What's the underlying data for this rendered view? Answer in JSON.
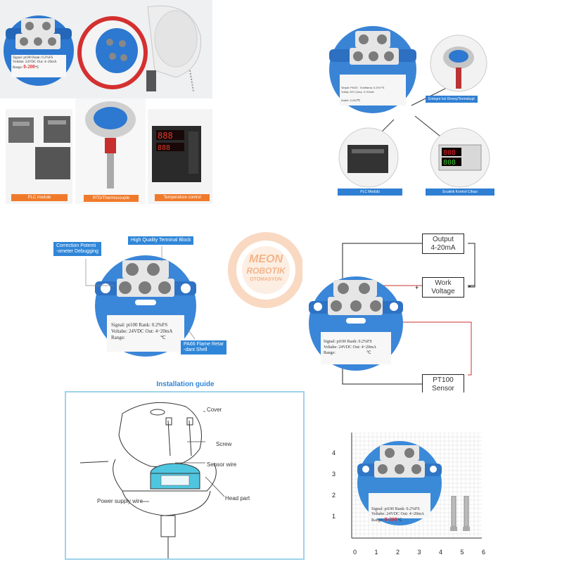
{
  "top_left": {
    "module_text": {
      "signal": "Signal: pt100 Rank: 0.2%FS",
      "voltage": "Voltabe: 24VDC Out: 4~20mA",
      "range_label": "Range:",
      "range_value": "0-200",
      "unit": "℃"
    },
    "labels": {
      "plc": "PLC module",
      "rtd": "RTD/Thermocouple",
      "temp": "Temperature control"
    }
  },
  "top_right": {
    "module_text": {
      "signal": "Sinyal: Pt100",
      "rank": "Sınıflama: 0.2% FS",
      "voltage": "Voltaj: 24V Çıkış: 4~20mA",
      "range": "Aralık: 0-200℃"
    },
    "labels": {
      "sensor": "Entegre Isıl Direnç/Termokupl",
      "plc": "PLC Modülü",
      "temp": "Sıcaklık Kontrol Cihazı"
    }
  },
  "middle_left": {
    "labels": {
      "terminal": "High Quality Terminal Block",
      "pot": "Correction Potenti\n-ometer Debugging",
      "shell": "PA66 Flame Retar\n-dant Shell"
    },
    "module_text": {
      "signal": "Signal: pt100 Rank: 0.2%FS",
      "voltage": "Voltabe: 24VDC Out: 4~20mA",
      "range": "Range:",
      "unit": "℃"
    }
  },
  "watermark": {
    "line1": "MEON",
    "line2": "ROBOTIK",
    "line3": "OTOMASYON"
  },
  "wiring": {
    "output": "Output\n4-20mA",
    "work": "Work\nVoltage",
    "sensor": "PT100\nSensor",
    "plus": "+",
    "minus": "-",
    "module_text": {
      "signal": "Signal: pt100 Rank: 0.2%FS",
      "voltage": "Voltabe: 24VDC Out: 4~20mA",
      "range": "Range:",
      "unit": "℃"
    }
  },
  "install": {
    "title": "Installation guide",
    "cover": "Cover",
    "screw": "Screw",
    "sensor_wire": "Sensor wire",
    "power_wire": "Power supply wire",
    "head_part": "Head part"
  },
  "ruler": {
    "module_text": {
      "signal": "Signal: pt100 Rank: 0.2%FS",
      "voltage": "Voltabe: 24VDC Out: 4~20mA",
      "range_label": "Range:",
      "range_value": "0-200",
      "unit": "℃"
    },
    "x_ticks": [
      "0",
      "1",
      "2",
      "3",
      "4",
      "5",
      "6"
    ],
    "y_ticks": [
      "1",
      "2",
      "3",
      "4"
    ]
  }
}
